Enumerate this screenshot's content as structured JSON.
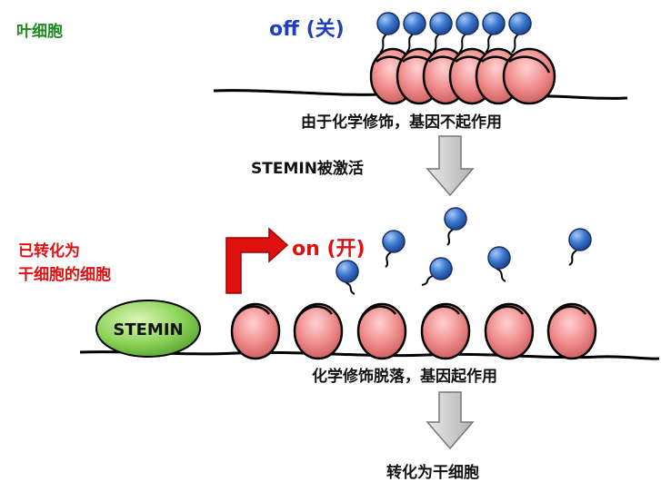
{
  "labels": {
    "cell_type": "叶细胞",
    "state_off": "off (关)",
    "state_on": "on (开)",
    "caption_off": "由于化学修饰，基因不起作用",
    "activation": "STEMIN被激活",
    "converted_line1": "已转化为",
    "converted_line2": "干细胞的细胞",
    "caption_on": "化学修饰脱落，基因起作用",
    "result": "转化为干细胞",
    "protein": "STEMIN"
  },
  "colors": {
    "nucleosome": "#f08c8c",
    "modification": "#3a78d0",
    "stemin": "#8fd45a",
    "on_arrow": "#e01010",
    "flow_arrow": "#c8c8c8",
    "off_text": "#1f3fc0",
    "leaf_text": "#1e8a1e"
  },
  "icons": [
    "nucleosome-icon",
    "methyl-group-icon",
    "stemin-protein-icon",
    "down-arrow-icon",
    "activation-arrow-icon"
  ]
}
